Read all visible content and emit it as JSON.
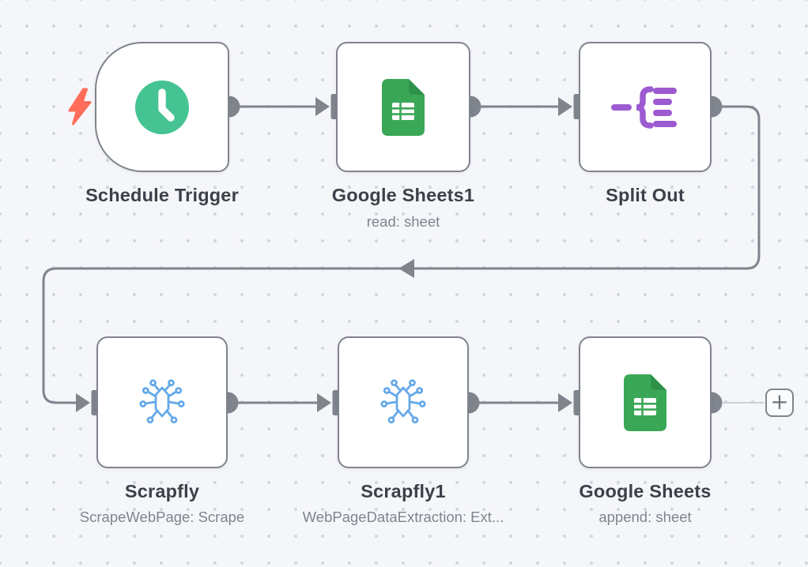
{
  "app": "n8n-workflow-canvas",
  "colors": {
    "canvas-bg": "#f5f6f9",
    "dot": "#d3d6e1",
    "line": "#7f848d",
    "stub": "#ccd0d9",
    "node-bg": "#ffffff",
    "label": "#3c4049",
    "subtitle": "#7d8590",
    "bolt": "#ff6d5a",
    "sheets-green": "#3aa757",
    "sheets-fold": "#2d9248",
    "clock-green": "#45c392",
    "split-purple": "#9d5bd2",
    "scrapfly-blue": "#64a9e8",
    "plus": "#70757d"
  },
  "nodes": [
    {
      "id": "schedule-trigger",
      "label": "Schedule Trigger",
      "subtitle": "",
      "icon": "clock-icon",
      "type": "trigger"
    },
    {
      "id": "google-sheets1",
      "label": "Google Sheets1",
      "subtitle": "read: sheet",
      "icon": "google-sheets-icon",
      "type": "action"
    },
    {
      "id": "split-out",
      "label": "Split Out",
      "subtitle": "",
      "icon": "split-out-icon",
      "type": "action"
    },
    {
      "id": "scrapfly",
      "label": "Scrapfly",
      "subtitle": "ScrapeWebPage: Scrape",
      "icon": "scrapfly-bug-icon",
      "type": "action"
    },
    {
      "id": "scrapfly1",
      "label": "Scrapfly1",
      "subtitle": "WebPageDataExtraction: Ext...",
      "icon": "scrapfly-bug-icon",
      "type": "action"
    },
    {
      "id": "google-sheets",
      "label": "Google Sheets",
      "subtitle": "append: sheet",
      "icon": "google-sheets-icon",
      "type": "action"
    }
  ],
  "connections": [
    "schedule-trigger -> google-sheets1",
    "google-sheets1 -> split-out",
    "split-out -> scrapfly",
    "scrapfly -> scrapfly1",
    "scrapfly1 -> google-sheets",
    "google-sheets -> add-node-stub"
  ],
  "trigger_indicator": "lightning-bolt-icon",
  "add_button": {
    "label": "+"
  }
}
